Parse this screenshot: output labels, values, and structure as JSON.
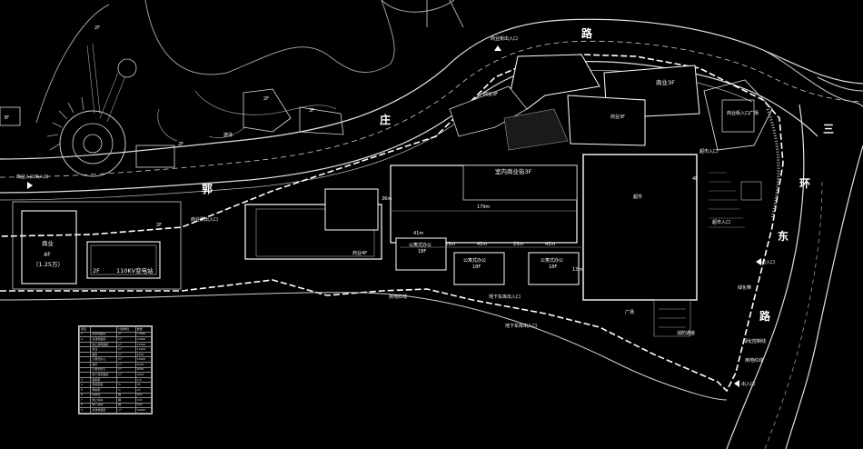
{
  "roads": {
    "guozhuang_1": "郭",
    "guozhuang_2": "庄",
    "guozhuang_3": "路",
    "sanhuan_1": "三",
    "sanhuan_2": "环",
    "sanhuan_3": "东",
    "sanhuan_4": "路"
  },
  "buildings": {
    "commerce_4f": "商业",
    "commerce_4f_floors": "4F",
    "commerce_4f_area": "（1.25万）",
    "substation": "110KV变电站",
    "substation_floors": "2F",
    "indoor_street": "室内商业街3F",
    "supermarket": "超市",
    "supermarket_floors": "4F",
    "commerce_3f_top": "商业3F",
    "commerce_3f_mid": "商业3F",
    "commerce_3f_left": "商业3F",
    "commerce_4f_center": "商业4F",
    "apartment_office_1": "公寓式办公",
    "apartment_office_1_floors": "18F",
    "apartment_office_2": "公寓式办公",
    "apartment_office_2_floors": "18F",
    "apartment_office_3": "公寓式办公",
    "apartment_office_3_floors": "18F",
    "left_3f": "3F",
    "hotel_2f": "2F",
    "top_2f": "2F",
    "mid_2f": "2F",
    "left_2f": "2F",
    "left_3f_b": "3F",
    "pool": "游泳"
  },
  "annotations": {
    "entrance_commerce_top": "商业街出入口",
    "entrance_commerce_left": "商业入口出入口",
    "entrance_pedestrian": "商业街出入口",
    "entrance_commerce_right": "商业街入口广场",
    "entrance_supermarket": "超市入口",
    "entrance_supermarket_2": "超市入口",
    "entrance_out_right": "出入口",
    "entrance_out_bottom": "出入口",
    "greenbelt": "绿化带",
    "green_control": "绿化控制线",
    "red_line_right": "用地红线",
    "red_line_bottom": "用地红线",
    "underground_entry": "地下车库出入口",
    "underground_entry_2": "地下车库出入口",
    "plaza_bottom": "广场",
    "fire_lane": "消防通道",
    "dim_179": "179m",
    "dim_41a": "41m",
    "dim_41b": "41m",
    "dim_41c": "41m",
    "dim_23a": "23m",
    "dim_23b": "23m",
    "dim_13": "13m",
    "dim_36": "36m"
  },
  "legend": {
    "headers": [
      "项目",
      "",
      "计量单位",
      "数量"
    ],
    "rows": [
      [
        "1",
        "总用地面积",
        "m²",
        "13960"
      ],
      [
        "2",
        "总建筑面积",
        "m²",
        "20990"
      ],
      [
        "",
        "地上建筑面积",
        "m²",
        "16390"
      ],
      [
        "",
        "商业",
        "m²",
        "10000"
      ],
      [
        "",
        "超市",
        "m²",
        "6390"
      ],
      [
        "",
        "公寓式办公",
        "m²",
        "18000"
      ],
      [
        "",
        "其中",
        "m²",
        "6000"
      ],
      [
        "",
        "公寓式办公",
        "m²",
        "6000"
      ],
      [
        "",
        "地下建筑面积",
        "m²",
        "4600"
      ],
      [
        "3",
        "容积率",
        "",
        "2.6"
      ],
      [
        "4",
        "建筑密度",
        "%",
        "45"
      ],
      [
        "5",
        "绿地率",
        "%",
        "20"
      ],
      [
        "6",
        "停车位",
        "辆",
        "600"
      ],
      [
        "7",
        "地上停车",
        "辆",
        "100"
      ],
      [
        "8",
        "地下停车",
        "辆",
        "500"
      ],
      [
        "9",
        "总建筑面积",
        "m²",
        "39090"
      ]
    ]
  }
}
